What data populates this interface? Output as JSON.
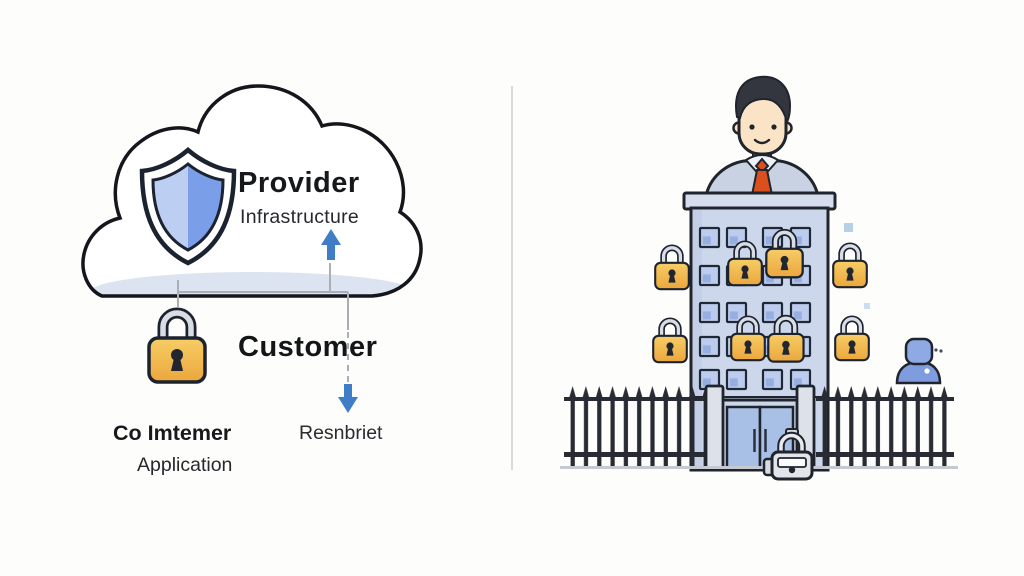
{
  "diagram": {
    "left": {
      "provider_title": "Provider",
      "provider_subtitle": "Infrastructure",
      "customer_title": "Customer",
      "caption_primary": "Co Imtemer",
      "caption_secondary": "Application",
      "caption_right": "Resnbriet"
    }
  },
  "icons": {
    "shield": "shield-icon",
    "padlock": "padlock-icon",
    "arrow_up": "arrow-up-icon",
    "arrow_down": "arrow-down-icon",
    "businessman": "businessman-icon",
    "building": "office-building",
    "fence": "security-fence",
    "gate_lock": "gate-padlock-icon",
    "user": "user-icon"
  },
  "colors": {
    "accent_blue": "#3f7ec6",
    "shield_blue": "#7b9ee8",
    "shield_blue_light": "#bccff2",
    "lock_gold": "#f7cd66",
    "lock_gold_deep": "#eba73d",
    "tie_orange": "#db4f1f",
    "outline": "#1d232e",
    "connector_gray": "#abafb5"
  }
}
